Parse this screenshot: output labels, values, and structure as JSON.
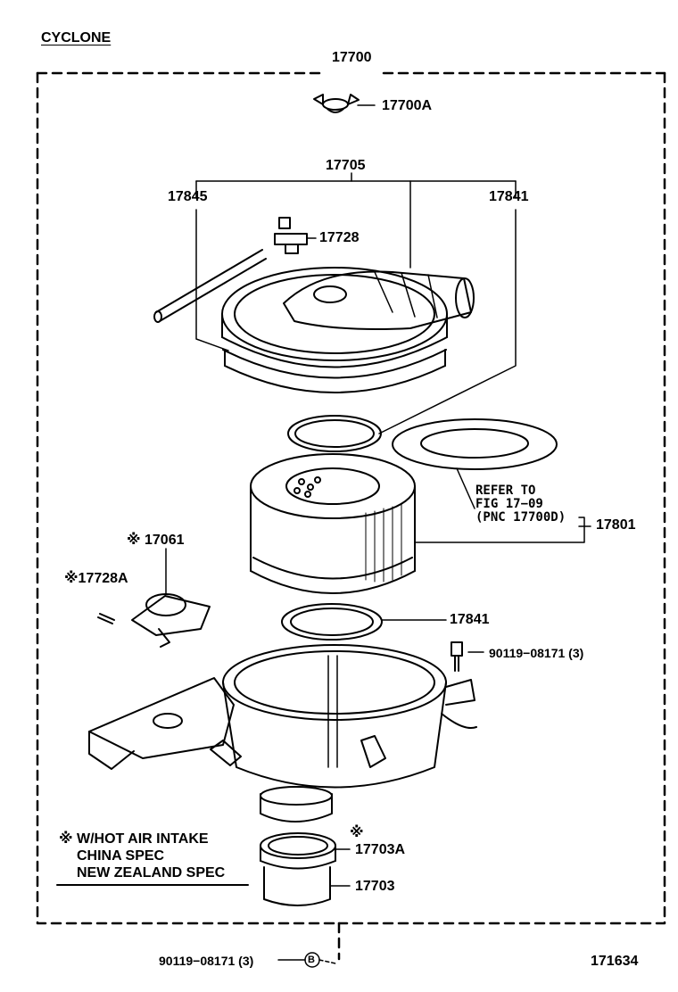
{
  "title": "CYCLONE",
  "labels": {
    "assembly": "17700",
    "wing_nut": "17700A",
    "cap_assembly": "17705",
    "hose": "17845",
    "gasket_top": "17841",
    "valve": "17728",
    "gasket_bottom": "17841",
    "element": "17801",
    "hot_air_valve": "※ 17061",
    "screw": "※17728A",
    "bolt": "90119−08171 (3)",
    "clamp": "17703A",
    "clamp_mark": "※",
    "hose_bottom": "17703",
    "bottom_bolt": "90119−08171 (3)",
    "circle_ref": "B",
    "figure_number": "171634"
  },
  "refer_note": [
    "REFER TO",
    "FIG 17−09",
    "(PNC 17700D)"
  ],
  "footnote": [
    "※ W/HOT AIR INTAKE",
    "CHINA SPEC",
    "NEW ZEALAND SPEC"
  ]
}
